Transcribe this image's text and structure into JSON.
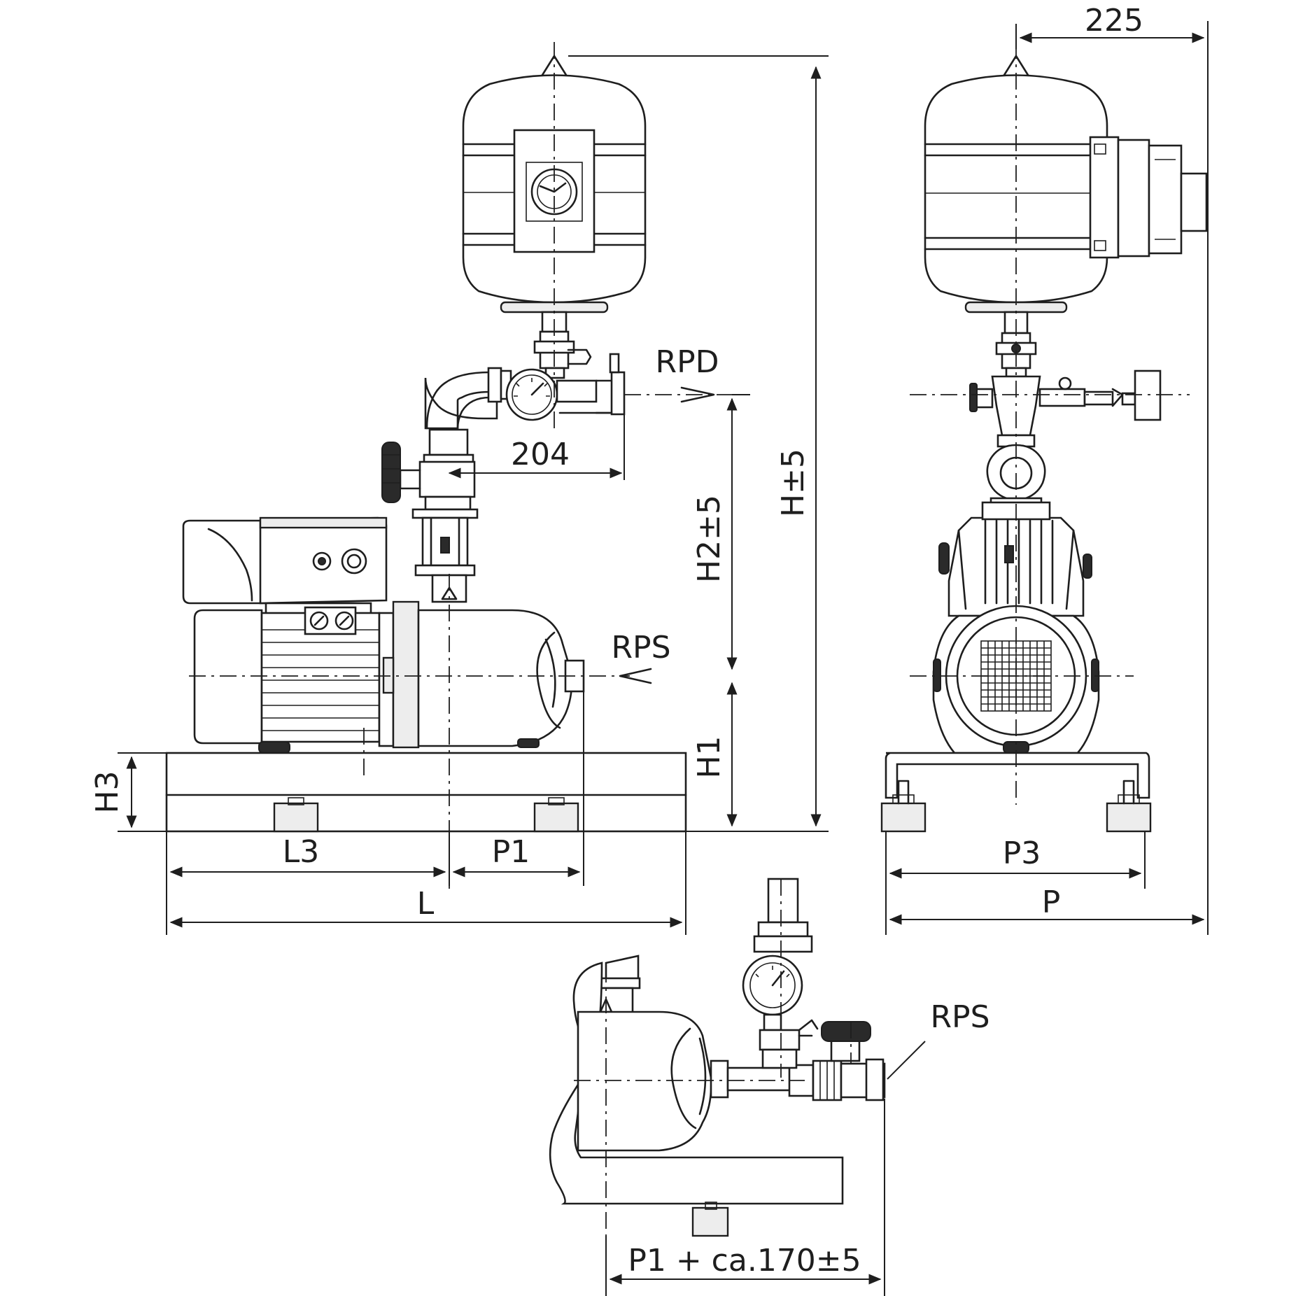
{
  "labels": {
    "dim_225": "225",
    "rpd": "RPD",
    "dim_204": "204",
    "h_total": "H±5",
    "h2": "H2±5",
    "rps_side": "RPS",
    "h1": "H1",
    "h3": "H3",
    "l3": "L3",
    "p1": "P1",
    "l": "L",
    "p3": "P3",
    "p": "P",
    "rps_detail": "RPS",
    "p1_offset": "P1 + ca.170±5"
  }
}
